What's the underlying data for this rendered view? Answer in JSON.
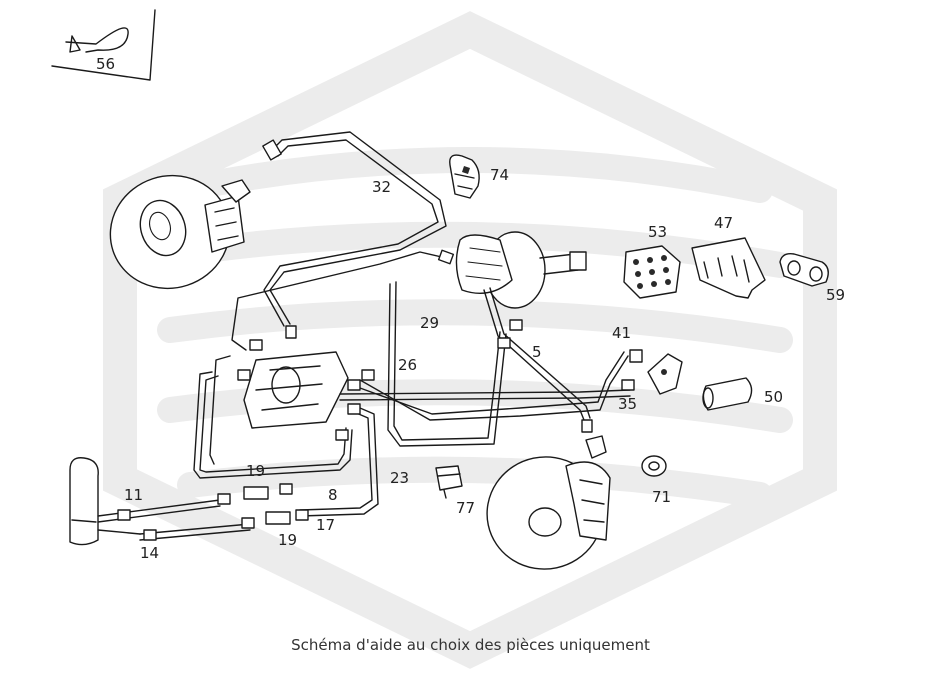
{
  "caption": "Schéma d'aide au choix des pièces uniquement",
  "watermark_icon": "brand-hexagon-logo",
  "callouts": [
    {
      "id": "56",
      "text": "56"
    },
    {
      "id": "74",
      "text": "74"
    },
    {
      "id": "32",
      "text": "32"
    },
    {
      "id": "53",
      "text": "53"
    },
    {
      "id": "47",
      "text": "47"
    },
    {
      "id": "59",
      "text": "59"
    },
    {
      "id": "29",
      "text": "29"
    },
    {
      "id": "26",
      "text": "26"
    },
    {
      "id": "5",
      "text": "5"
    },
    {
      "id": "41",
      "text": "41"
    },
    {
      "id": "35",
      "text": "35"
    },
    {
      "id": "50",
      "text": "50"
    },
    {
      "id": "19a",
      "text": "19"
    },
    {
      "id": "11",
      "text": "11"
    },
    {
      "id": "8",
      "text": "8"
    },
    {
      "id": "23",
      "text": "23"
    },
    {
      "id": "77",
      "text": "77"
    },
    {
      "id": "71",
      "text": "71"
    },
    {
      "id": "17",
      "text": "17"
    },
    {
      "id": "19b",
      "text": "19"
    },
    {
      "id": "14",
      "text": "14"
    }
  ]
}
